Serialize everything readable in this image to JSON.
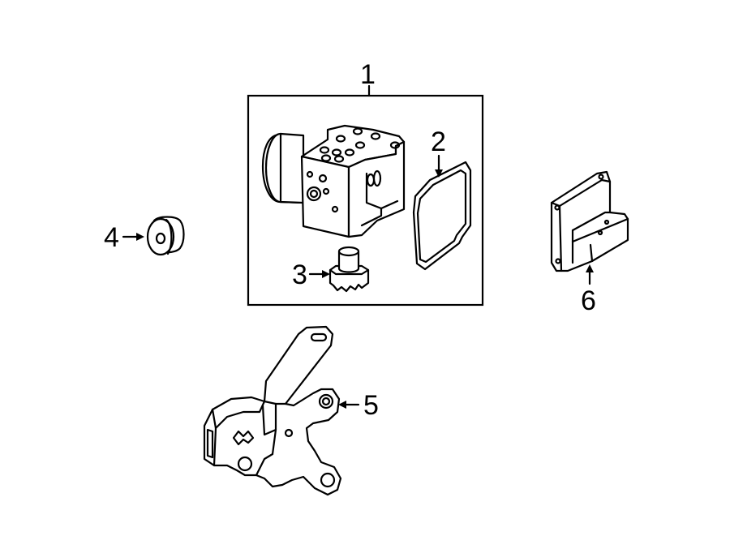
{
  "callouts": {
    "c1": "1",
    "c2": "2",
    "c3": "3",
    "c4": "4",
    "c5": "5",
    "c6": "6"
  },
  "colors": {
    "line": "#000000",
    "background": "#ffffff"
  }
}
